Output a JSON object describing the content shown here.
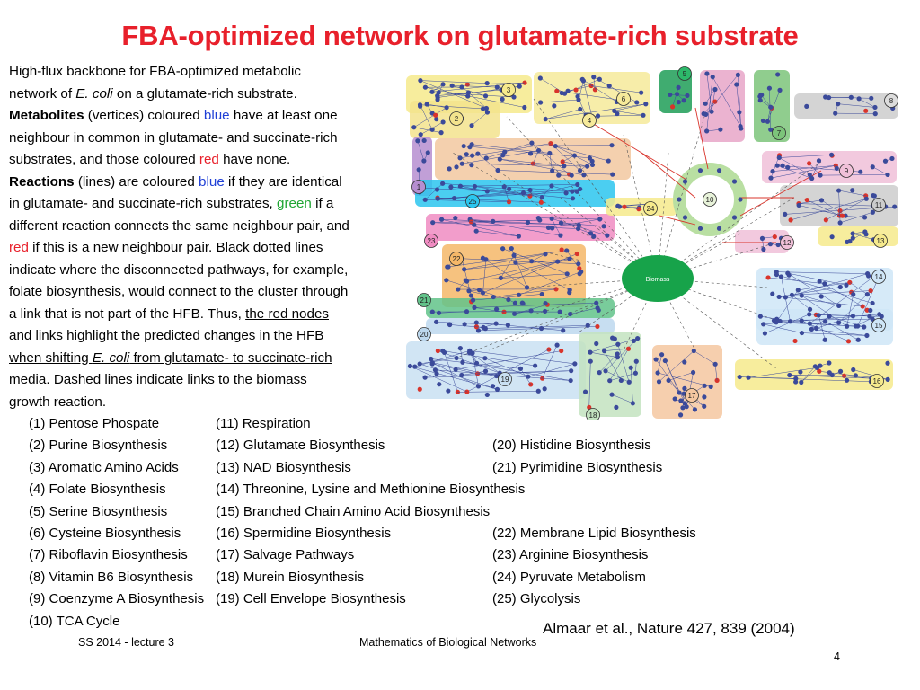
{
  "slide": {
    "title": "FBA-optimized network on glutamate-rich substrate",
    "description": {
      "l1": "High-flux backbone for FBA-optimized metabolic",
      "l2a": "network of ",
      "l2b": "E. coli",
      "l2c": " on a glutamate-rich substrate.",
      "l3a": "Metabolites",
      "l3b": " (vertices) coloured ",
      "l3c": "blue",
      "l3d": " have at least one",
      "l4": "neighbour in common in glutamate- and succinate-rich",
      "l5a": "substrates, and those coloured ",
      "l5b": "red",
      "l5c": " have none.",
      "l6a": "Reactions",
      "l6b": " (lines) are coloured ",
      "l6c": "blue",
      "l6d": " if they are identical",
      "l7a": "in glutamate- and succinate-rich substrates, ",
      "l7b": "green",
      "l7c": " if a",
      "l8": "different reaction connects the same neighbour pair, and",
      "l9a": "red",
      "l9b": " if this is a new neighbour pair. Black dotted lines",
      "l10": "indicate where the disconnected pathways, for example,",
      "l11": "folate biosynthesis, would connect to the cluster through",
      "l12a": "a link that is not part of the HFB. Thus, ",
      "l12b": "the red nodes",
      "l13": "and links highlight the predicted changes in the HFB",
      "l14a": "when shifting ",
      "l14b": "E. coli",
      "l14c": " from glutamate- to succinate-rich",
      "l15a": "media",
      "l15b": ". Dashed lines indicate links to the biomass",
      "l16": "growth reaction."
    },
    "network": {
      "center_label": "Biomass",
      "colors": {
        "metabolite_blue": "#3b4a9a",
        "metabolite_red": "#d9342b",
        "biomass": "#17a34a"
      },
      "cluster_numbers": [
        "1",
        "2",
        "3",
        "4",
        "5",
        "6",
        "7",
        "8",
        "9",
        "10",
        "11",
        "12",
        "13",
        "14",
        "15",
        "16",
        "17",
        "18",
        "19",
        "20",
        "21",
        "22",
        "23",
        "24",
        "25"
      ]
    },
    "legend": {
      "c1": [
        "(1) Pentose Phospate",
        "(2) Purine Biosynthesis",
        "(3) Aromatic Amino Acids",
        "(4) Folate Biosynthesis",
        "(5) Serine Biosynthesis",
        "(6) Cysteine Biosynthesis",
        "(7) Riboflavin Biosynthesis",
        "(8) Vitamin B6 Biosynthesis",
        "(9) Coenzyme A Biosynthesis",
        "(10) TCA Cycle"
      ],
      "c2": [
        "(11) Respiration",
        "(12) Glutamate Biosynthesis",
        "(13) NAD Biosynthesis",
        "(14) Threonine, Lysine and Methionine Biosynthesis",
        "(15) Branched Chain Amino Acid Biosynthesis",
        "(16) Spermidine Biosynthesis",
        "(17) Salvage Pathways",
        "(18) Murein Biosynthesis",
        "(19) Cell Envelope Biosynthesis"
      ],
      "c3": [
        "(20) Histidine Biosynthesis",
        "(21) Pyrimidine Biosynthesis",
        "(22) Membrane Lipid Biosynthesis",
        "(23) Arginine Biosynthesis",
        "(24) Pyruvate Metabolism",
        "(25) Glycolysis"
      ]
    },
    "citation": "Almaar et al., Nature 427, 839 (2004)",
    "footer": {
      "left": "SS 2014 - lecture 3",
      "center": "Mathematics of Biological Networks",
      "page": "4"
    }
  }
}
